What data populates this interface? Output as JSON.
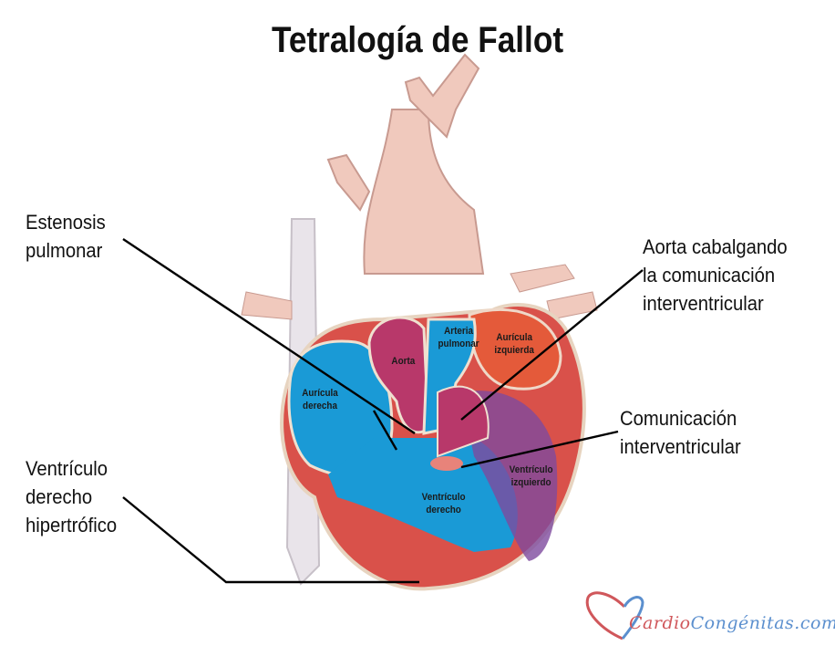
{
  "title": "Tetralogía de Fallot",
  "callouts": {
    "stenosis": [
      "Estenosis",
      "pulmonar"
    ],
    "overriding_aorta": [
      "Aorta cabalgando",
      "la comunicación",
      "interventricular"
    ],
    "vsd": [
      "Comunicación",
      "interventricular"
    ],
    "rvh": [
      "Ventrículo",
      "derecho",
      "hipertrófico"
    ]
  },
  "inner_labels": {
    "aorta": "Aorta",
    "pulmonary_artery": [
      "Arteria",
      "pulmonar"
    ],
    "left_atrium": [
      "Aurícula",
      "izquierda"
    ],
    "right_atrium": [
      "Aurícula",
      "derecha"
    ],
    "right_ventricle": [
      "Ventrículo",
      "derecho"
    ],
    "left_ventricle": [
      "Ventrículo",
      "izquierdo"
    ]
  },
  "logo": {
    "part1": "Cardio",
    "part2": "Congénitas",
    "part3": ".com.ar",
    "color_red": "#d0575b",
    "color_blue": "#5b8fce"
  },
  "colors": {
    "blue": "#1a9ad6",
    "muscle": "#d9514a",
    "aorta": "#b8386a",
    "left_atrium": "#e45a3a",
    "vessel": "#f0c9bd"
  }
}
